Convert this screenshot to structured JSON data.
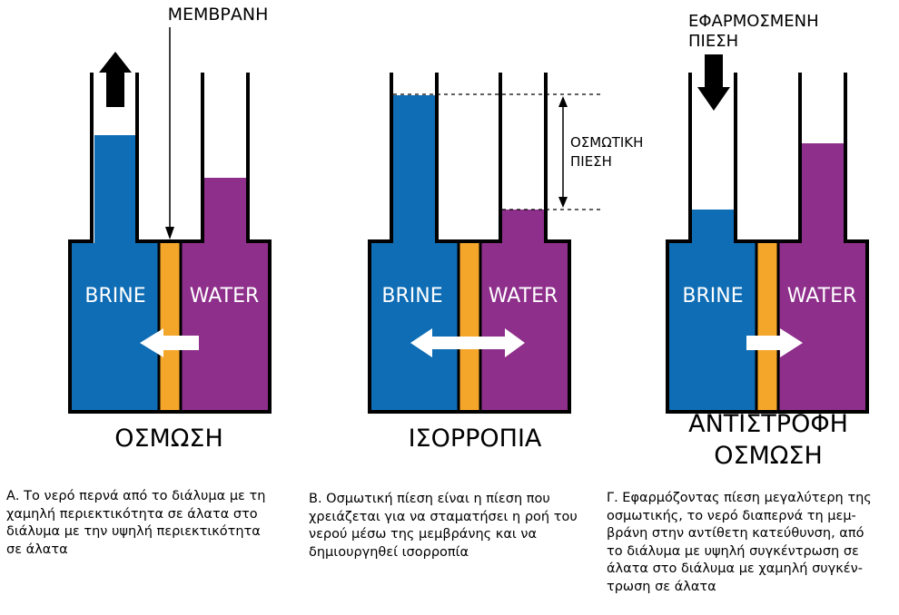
{
  "colors": {
    "brine": "#0f6db5",
    "water": "#8e2f8b",
    "membrane": "#f4a62a",
    "outline": "#000000",
    "arrow_light": "#ffffff"
  },
  "labels": {
    "membrane": "ΜΕΜΒΡΑΝΗ",
    "applied_pressure": [
      "ΕΦΑΡΜΟΣΜΕΝΗ",
      "ΠΙΕΣΗ"
    ],
    "osmotic_pressure": [
      "ΟΣΜΩΤΙΚΗ",
      "ΠΙΕΣΗ"
    ]
  },
  "panels": [
    {
      "brine_label": "BRINE",
      "water_label": "WATER",
      "title": [
        "ΟΣΜΩΣΗ"
      ],
      "flow_icon": "arrow-left-icon",
      "caption": [
        "Α. Το νερό περνά από το διάλυμα με τη",
        "χαμηλή περιεκτικότητα σε άλατα στο",
        "διάλυμα με την υψηλή περιεκτικότητα",
        "σε άλατα"
      ]
    },
    {
      "brine_label": "BRINE",
      "water_label": "WATER",
      "title": [
        "ΙΣΟΡΡΟΠΙΑ"
      ],
      "flow_icon": "double-arrow-icon",
      "caption": [
        "Β. Οσμωτική πίεση είναι η πίεση που",
        "χρειάζεται για να σταματήσει η ροή του",
        "νερού μέσω της μεμβράνης και να",
        "δημιουργηθεί ισορροπία"
      ]
    },
    {
      "brine_label": "BRINE",
      "water_label": "WATER",
      "title": [
        "ΑΝΤΙΣΤΡΟΦΗ",
        "ΟΣΜΩΣΗ"
      ],
      "flow_icon": "arrow-right-icon",
      "caption": [
        "Γ. Εφαρμόζοντας πίεση μεγαλύτερη της",
        "οσμωτικής, το νερό διαπερνά τη μεμ-",
        "βράνη στην αντίθετη κατεύθυνση, από",
        "το διάλυμα με υψηλή συγκέντρωση σε",
        "άλατα στο διάλυμα με χαμηλή συγκέν-",
        "τρωση σε άλατα"
      ]
    }
  ]
}
